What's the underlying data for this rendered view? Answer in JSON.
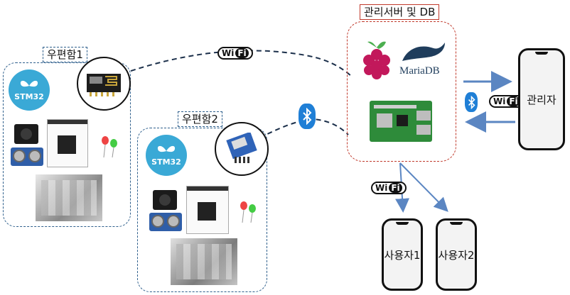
{
  "labels": {
    "mailbox1": "우편함1",
    "mailbox2": "우편함2",
    "server": "관리서버 및 DB",
    "admin": "관리자",
    "user1": "사용자1",
    "user2": "사용자2"
  },
  "logos": {
    "stm32_text": "STM32",
    "mariadb_text": "MariaDB",
    "wifi_wi": "Wi",
    "wifi_fi": "Fi"
  },
  "colors": {
    "group_border": "#2e5f8c",
    "server_border": "#c0392b",
    "arrow": "#5b86c2",
    "bluetooth": "#1f7fd6",
    "stm32": "#3aa9d6"
  }
}
